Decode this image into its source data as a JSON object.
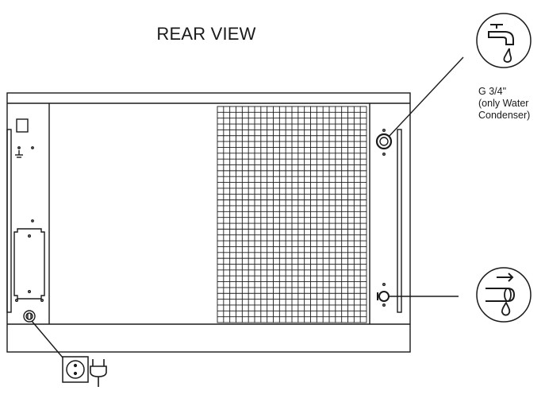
{
  "title": "REAR VIEW",
  "water_inlet": {
    "icon": "water-tap-icon",
    "label_lines": [
      "G 3/4\"",
      "(only Water",
      "Condenser)"
    ]
  },
  "water_drain": {
    "icon": "drain-pipe-icon"
  },
  "power": {
    "icon_socket": "power-socket-icon",
    "icon_plug": "power-plug-icon"
  },
  "colors": {
    "line": "#1a1a1a",
    "background": "#ffffff"
  }
}
